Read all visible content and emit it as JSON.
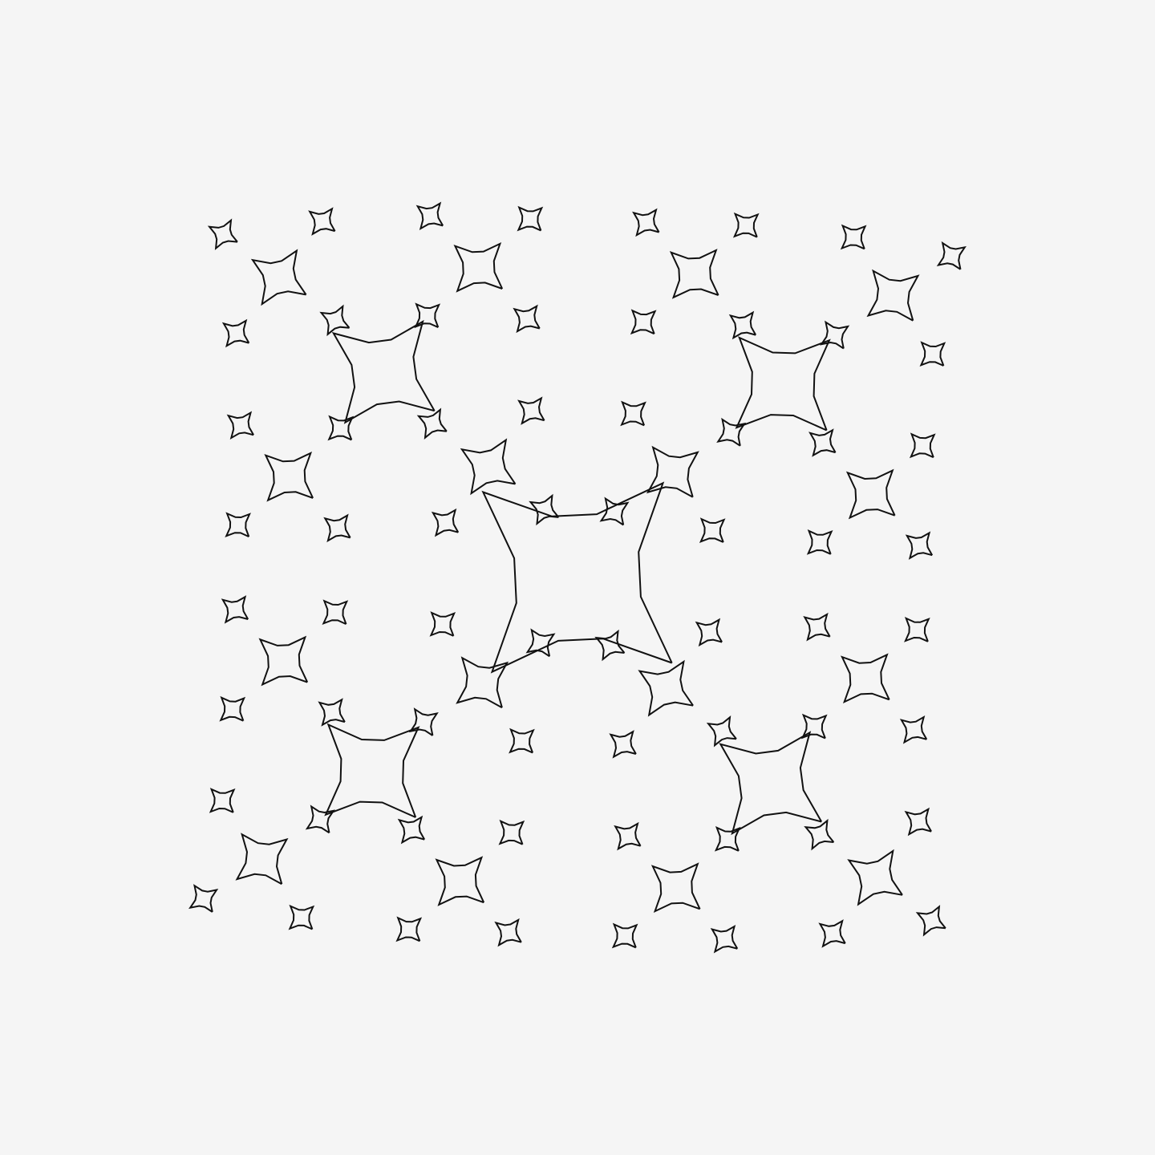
{
  "figure": {
    "description_kind": "geometric-fractal",
    "background_color": "#f5f5f5",
    "stroke_color": "#111111",
    "recursion_levels": 4,
    "branching": 4,
    "motif": "concave-star-square"
  }
}
